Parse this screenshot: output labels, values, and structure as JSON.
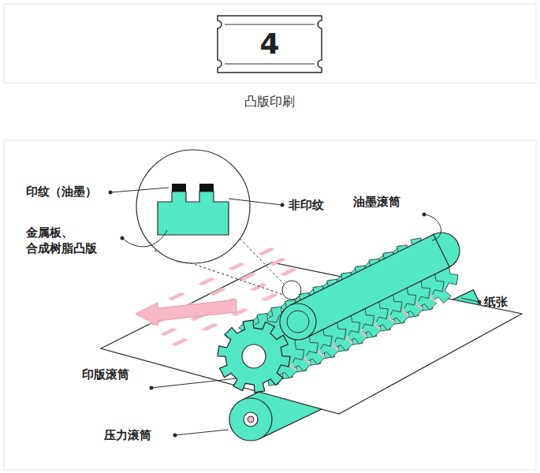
{
  "diagram": {
    "title": "凸版印刷",
    "nodes": [
      {
        "text": [
          "4"
        ]
      }
    ],
    "labels": [
      "印纹（油墨）",
      "金属板、 合成树脂凸版",
      "非印纹",
      "油墨滚筒",
      "纸张",
      "印版滚筒",
      "压力滚筒"
    ]
  }
}
